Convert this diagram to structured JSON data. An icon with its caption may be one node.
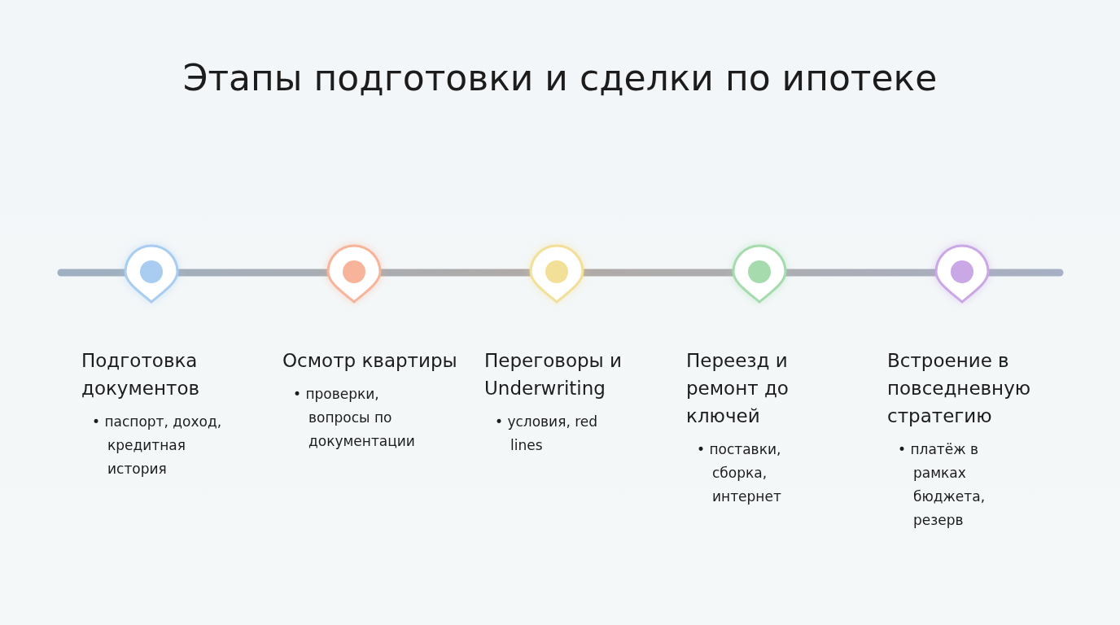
{
  "diagram": {
    "title": "Этапы подготовки и сделки по ипотеке",
    "nodes": [
      {
        "text": [
          "Подготовка документов",
          "• паспорт, доход, кредитная история"
        ]
      },
      {
        "text": [
          "Осмотр квартиры",
          "• проверки, вопросы по документации"
        ]
      },
      {
        "text": [
          "Переговоры и Underwriting",
          "• условия, red lines"
        ]
      },
      {
        "text": [
          "Переезд и ремонт до ключей",
          "• поставки, сборка, интернет"
        ]
      },
      {
        "text": [
          "Встроение в повседневную стратегию",
          "• платёж в рамках бюджета, резерв"
        ]
      }
    ]
  }
}
